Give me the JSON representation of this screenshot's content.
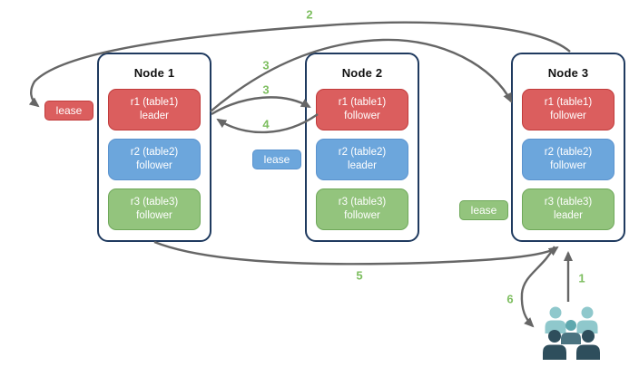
{
  "diagram_title": "raft-replica-lease-diagram",
  "colors": {
    "red_fill": "#DB5E5E",
    "red_border": "#C13B3B",
    "blue_fill": "#6CA6DC",
    "blue_border": "#5B93CE",
    "green_fill": "#93C47D",
    "green_border": "#6FA85A",
    "node_border": "#1F3A5F",
    "arrow": "#666666",
    "number_label": "#7DBE5F",
    "users_light_teal": "#8FC8CC",
    "users_mid_teal": "#5FA8AE",
    "users_slate": "#4A7380",
    "users_dark": "#2E4E5C"
  },
  "nodes": [
    {
      "title": "Node 1",
      "replicas": [
        {
          "replica": "r1 (table1)",
          "role": "leader",
          "color": "red"
        },
        {
          "replica": "r2 (table2)",
          "role": "follower",
          "color": "blue"
        },
        {
          "replica": "r3 (table3)",
          "role": "follower",
          "color": "green"
        }
      ]
    },
    {
      "title": "Node 2",
      "replicas": [
        {
          "replica": "r1 (table1)",
          "role": "follower",
          "color": "red"
        },
        {
          "replica": "r2 (table2)",
          "role": "leader",
          "color": "blue"
        },
        {
          "replica": "r3 (table3)",
          "role": "follower",
          "color": "green"
        }
      ]
    },
    {
      "title": "Node 3",
      "replicas": [
        {
          "replica": "r1 (table1)",
          "role": "follower",
          "color": "red"
        },
        {
          "replica": "r2 (table2)",
          "role": "follower",
          "color": "blue"
        },
        {
          "replica": "r3 (table3)",
          "role": "leader",
          "color": "green"
        }
      ]
    }
  ],
  "leases": [
    {
      "label": "lease",
      "color": "red"
    },
    {
      "label": "lease",
      "color": "blue"
    },
    {
      "label": "lease",
      "color": "green"
    }
  ],
  "arrow_numbers": {
    "n1": "1",
    "n2": "2",
    "n3a": "3",
    "n3b": "3",
    "n4": "4",
    "n5": "5",
    "n6": "6"
  },
  "icons": {
    "users_group": "users-group-icon"
  }
}
